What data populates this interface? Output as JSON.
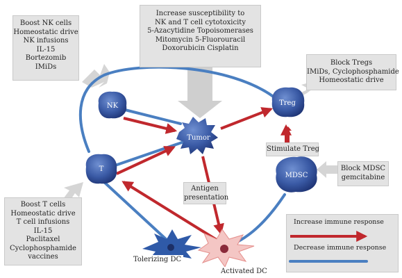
{
  "cells": {
    "nk": "NK",
    "treg": "Treg",
    "tumor": "Tumor",
    "t": "T",
    "mdsc": "MDSC",
    "tolerizing_dc": "Tolerizing DC",
    "activated_dc": "Activated DC"
  },
  "boxes": {
    "boost_nk": [
      "Boost NK cells",
      "Homeostatic drive",
      "NK infusions",
      "IL-15",
      "Bortezomib",
      "IMiDs"
    ],
    "increase_susceptibility": [
      "Increase susceptibility to",
      "NK and T cell cytotoxicity",
      "5-Azacytidine Topoisomerases",
      "Mitomycin 5-Fluorouracil",
      "Doxorubicin Cisplatin"
    ],
    "block_tregs": [
      "Block Tregs",
      "IMiDs, Cyclophosphamide",
      "Homeostatic drive"
    ],
    "stimulate_treg": [
      "Stimulate Treg"
    ],
    "antigen_presentation": [
      "Antigen",
      "presentation"
    ],
    "block_mdsc": [
      "Block MDSC",
      "gemcitabine"
    ],
    "boost_t": [
      "Boost T cells",
      "Homeostatic drive",
      "T cell infusions",
      "IL-15",
      "Paclitaxel",
      "Cyclophosphamide",
      "vaccines"
    ]
  },
  "legend": {
    "increase": "Increase immune response",
    "decrease": "Decrease immune response"
  },
  "colors": {
    "red_arrow": "#c0282d",
    "blue_line": "#4a7fc1",
    "cell_fill": "#2e4a8e",
    "box_fill": "#e3e3e3",
    "dc_activated": "#f4c6c4",
    "dc_tolerizing": "#2f5aa8"
  }
}
